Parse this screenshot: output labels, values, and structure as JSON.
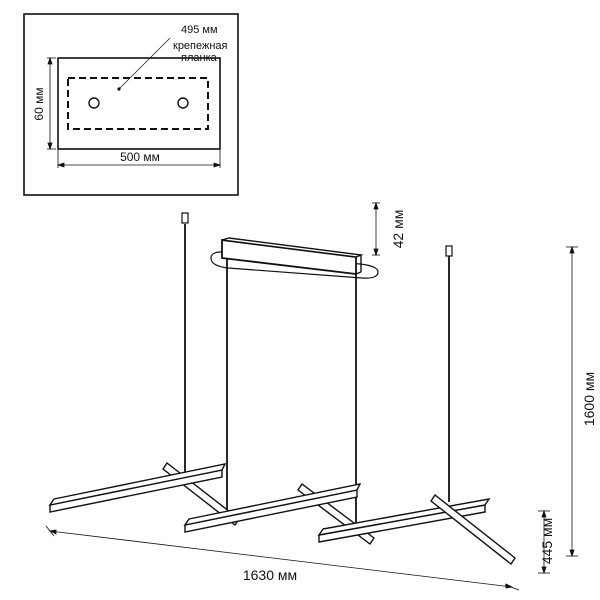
{
  "inset": {
    "length_outer": "500 мм",
    "length_inner": "495 мм",
    "height": "60 мм",
    "bracket_label_line1": "крепежная",
    "bracket_label_line2": "планка"
  },
  "dimensions": {
    "canopy_height": "42 мм",
    "total_height": "1600 мм",
    "width": "1630 мм",
    "depth": "445 мм"
  }
}
